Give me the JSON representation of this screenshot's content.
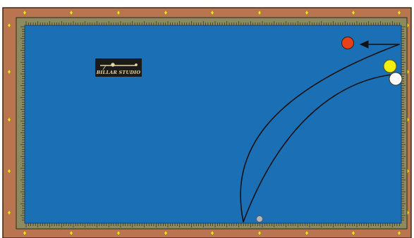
{
  "table": {
    "rail_color": "#b8754f",
    "cushion_color": "#8c8a5e",
    "cloth_color": "#1b6fb5",
    "diamond_color": "#f2e21f",
    "rail_outline": "#3a2a1a"
  },
  "logo": {
    "text": "BILLAR STUDIO",
    "background": "#1a1a1a",
    "foreground": "#e8d79a"
  },
  "balls": [
    {
      "name": "red-ball",
      "color": "#e8401a"
    },
    {
      "name": "yellow-ball",
      "color": "#f5ef0d"
    },
    {
      "name": "white-ball",
      "color": "#ffffff"
    },
    {
      "name": "grey-ball",
      "color": "#b4b4b4"
    }
  ],
  "paths": {
    "stroke_color": "#111111"
  }
}
